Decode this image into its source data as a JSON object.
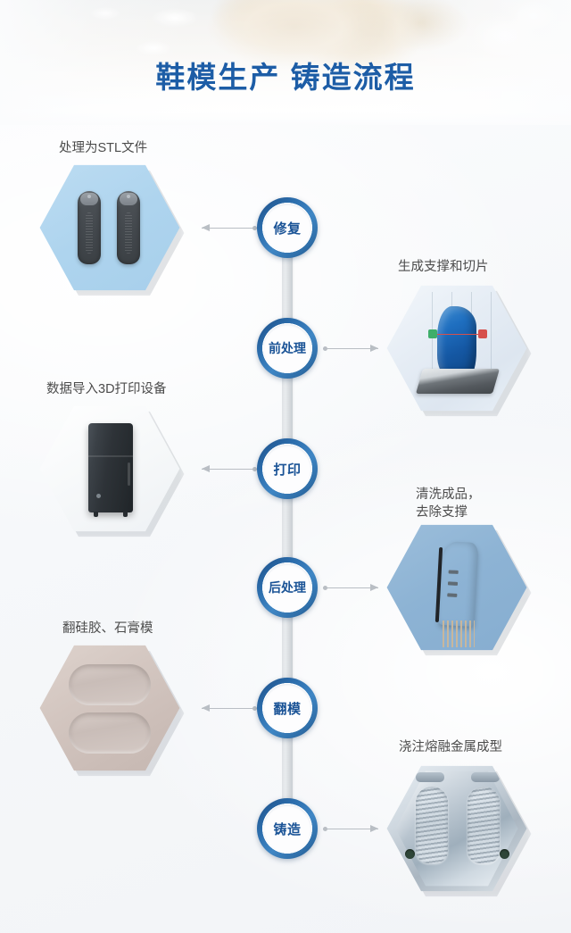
{
  "header": {
    "title": "鞋模生产 铸造流程",
    "title_color": "#1d5da6",
    "banner_image": "factory-shoe-lasts-photo"
  },
  "theme": {
    "page_background": "#fbfcfd",
    "node_ring_dark": "#1f4f86",
    "node_ring_light": "#3f86c4",
    "node_text": "#1a5396",
    "connector_gray": "#b9bec4",
    "spine_gray": "#dfe2e5",
    "caption_text": "#4c4c4c"
  },
  "flow": {
    "name": "鞋模生产 铸造流程",
    "orientation": "vertical-zigzag",
    "steps": [
      {
        "index": 1,
        "node_label": "修复",
        "caption": "处理为STL文件",
        "side": "left",
        "arrow_direction": "left",
        "image_name": "stl-insole-pair",
        "hex_color": "#aed4ee"
      },
      {
        "index": 2,
        "node_label": "前处理",
        "caption": "生成支撑和切片",
        "side": "right",
        "arrow_direction": "right",
        "image_name": "slicing-software-support-generation",
        "hex_color": "#e6edf5"
      },
      {
        "index": 3,
        "node_label": "打印",
        "caption": "数据导入3D打印设备",
        "side": "left",
        "arrow_direction": "left",
        "image_name": "3d-printer-machine",
        "hex_color": "#f7f9fa"
      },
      {
        "index": 4,
        "node_label": "后处理",
        "caption": "清洗成品，\n去除支撑",
        "side": "right",
        "arrow_direction": "right",
        "image_name": "cleaned-printed-part-with-supports",
        "hex_color": "#8db3d4"
      },
      {
        "index": 5,
        "node_label": "翻模",
        "caption": "翻硅胶、石膏模",
        "side": "left",
        "arrow_direction": "left",
        "image_name": "silicone-plaster-mold",
        "hex_color": "#d3c6c0"
      },
      {
        "index": 6,
        "node_label": "铸造",
        "caption": "浇注熔融金属成型",
        "side": "right",
        "arrow_direction": "right",
        "image_name": "metal-shoe-mold-casting",
        "hex_color": "#cfd8e0"
      }
    ]
  }
}
